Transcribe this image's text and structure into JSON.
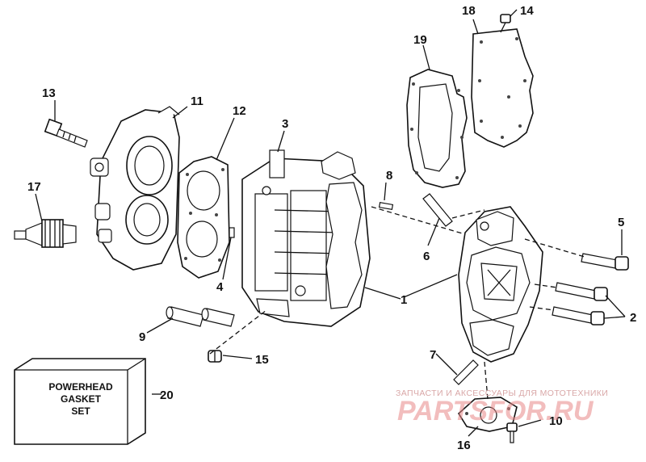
{
  "callouts": [
    {
      "id": "c1",
      "text": "1"
    },
    {
      "id": "c2",
      "text": "2"
    },
    {
      "id": "c3",
      "text": "3"
    },
    {
      "id": "c4",
      "text": "4"
    },
    {
      "id": "c5",
      "text": "5"
    },
    {
      "id": "c6",
      "text": "6"
    },
    {
      "id": "c7",
      "text": "7"
    },
    {
      "id": "c9",
      "text": "9"
    },
    {
      "id": "c8",
      "text": "8"
    },
    {
      "id": "c10",
      "text": "10"
    },
    {
      "id": "c11",
      "text": "11"
    },
    {
      "id": "c12",
      "text": "12"
    },
    {
      "id": "c13",
      "text": "13"
    },
    {
      "id": "c14",
      "text": "14"
    },
    {
      "id": "c15",
      "text": "15"
    },
    {
      "id": "c16",
      "text": "16"
    },
    {
      "id": "c17",
      "text": "17"
    },
    {
      "id": "c18",
      "text": "18"
    },
    {
      "id": "c19",
      "text": "19"
    },
    {
      "id": "c20",
      "text": "20"
    }
  ],
  "gasket_box": {
    "line1": "POWERHEAD",
    "line2": "GASKET",
    "line3": "SET"
  },
  "watermark": {
    "top": "ЗАПЧАСТИ И АКСЕССУАРЫ ДЛЯ МОТОТЕХНИКИ",
    "big": "PARTSFOR.RU"
  },
  "colors": {
    "ink": "#111111",
    "watermark": "#e88888"
  }
}
